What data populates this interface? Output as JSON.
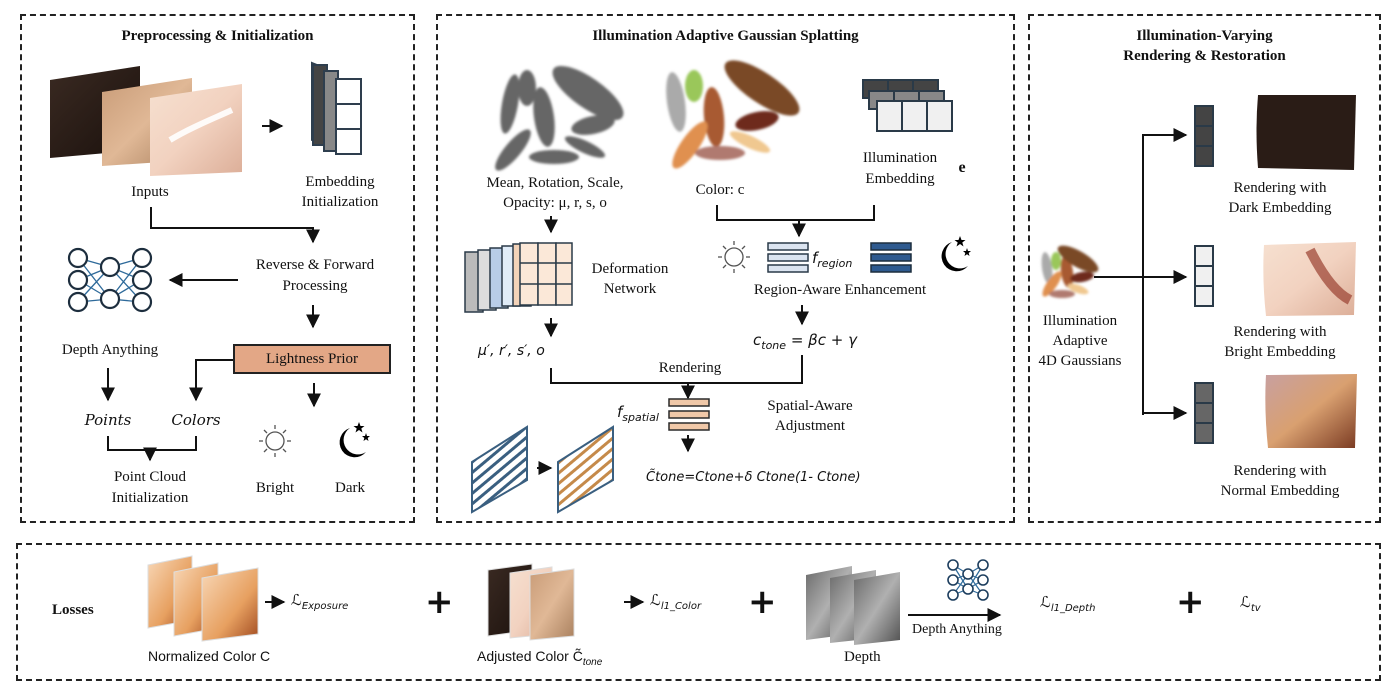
{
  "figure": {
    "panels": {
      "preprocessing": {
        "title": "Preprocessing & Initialization",
        "inputs_label": "Inputs",
        "embedding_label_line1": "Embedding",
        "embedding_label_line2": "Initialization",
        "processing_line1": "Reverse & Forward",
        "processing_line2": "Processing",
        "depth_anything_label": "Depth Anything",
        "lightness_prior_label": "Lightness Prior",
        "points_label": "Points",
        "colors_label": "Colors",
        "point_cloud_line1": "Point Cloud",
        "point_cloud_line2": "Initialization",
        "bright_label": "Bright",
        "dark_label": "Dark",
        "icons": [
          "network-icon",
          "sun-icon",
          "moon-stars-icon",
          "embedding-stack-icon",
          "input-frames-image"
        ]
      },
      "gaussian_splatting": {
        "title": "Illumination Adaptive Gaussian Splatting",
        "geometry_line1": "Mean, Rotation, Scale,",
        "geometry_line2": "Opacity: μ, r, s, o",
        "color_label": "Color: c",
        "illum_embedding_line1": "Illumination",
        "illum_embedding_line2": "Embedding",
        "embedding_symbol": "e",
        "deformation_line1": "Deformation",
        "deformation_line2": "Network",
        "f_region": "f",
        "f_region_sub": "region",
        "region_aware_label": "Region-Aware Enhancement",
        "deformed_params": "μ′, r′, s′, o",
        "c_tone_eq": "c",
        "c_tone_sub": "tone",
        "c_tone_rhs": " = βc + γ",
        "rendering_label": "Rendering",
        "f_spatial": "f",
        "f_spatial_sub": "spatial",
        "spatial_aware_line1": "Spatial-Aware",
        "spatial_aware_line2": "Adjustment",
        "final_eq": "C̃tone=Ctone+δ Ctone(1- Ctone)",
        "colors": {
          "gray_gaussian": "#666666",
          "region_light": "#dbe4f0",
          "region_dark": "#2e5a8f",
          "spatial_bar": "#f0c8a8",
          "stripe_blue": "#3a5f80",
          "stripe_orange": "#c58a4a"
        }
      },
      "rendering_restoration": {
        "title_line1": "Illumination-Varying",
        "title_line2": "Rendering & Restoration",
        "gaussians_line1": "Illumination",
        "gaussians_line2": "Adaptive",
        "gaussians_line3": "4D Gaussians",
        "dark_line1": "Rendering with",
        "dark_line2": "Dark Embedding",
        "bright_line1": "Rendering with",
        "bright_line2": "Bright Embedding",
        "normal_line1": "Rendering with",
        "normal_line2": "Normal Embedding"
      },
      "losses": {
        "title": "Losses",
        "normalized_label": "Normalized Color C",
        "exposure_loss": "ℒ",
        "exposure_sub": "Exposure",
        "adjusted_label": "Adjusted Color C̃",
        "adjusted_sub": "tone",
        "color_loss": "ℒ",
        "color_sub": "l1_Color",
        "depth_label": "Depth",
        "depth_anything_label": "Depth Anything",
        "depth_loss": "ℒ",
        "depth_sub": "l1_Depth",
        "tv_loss": "ℒ",
        "tv_sub": "tv",
        "plus": "+"
      }
    }
  }
}
